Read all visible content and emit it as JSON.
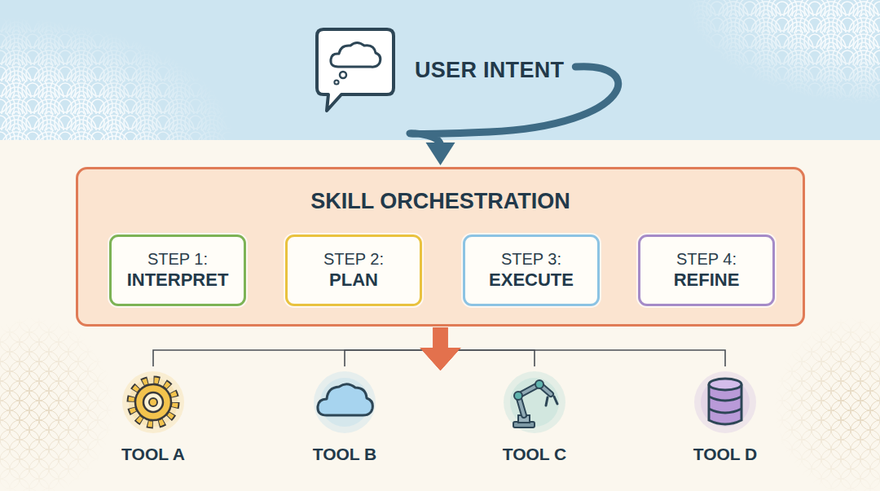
{
  "diagram": {
    "nodes": [
      {
        "text": [
          "USER INTENT"
        ]
      },
      {
        "text": [
          "SKILL ORCHESTRATION"
        ]
      },
      {
        "text": [
          "STEP 1:",
          "INTERPRET"
        ],
        "in": 1
      },
      {
        "text": [
          "STEP 2:",
          "PLAN"
        ],
        "in": 1
      },
      {
        "text": [
          "STEP 3:",
          "EXECUTE"
        ],
        "in": 1
      },
      {
        "text": [
          "STEP 4:",
          "REFINE"
        ],
        "in": 1
      },
      {
        "text": [
          "TOOL A"
        ]
      },
      {
        "text": [
          "TOOL B"
        ]
      },
      {
        "text": [
          "TOOL C"
        ]
      },
      {
        "text": [
          "TOOL D"
        ]
      }
    ],
    "edges": [
      {
        "from": 0,
        "to": 1,
        "arrow": "to"
      },
      {
        "from": 2,
        "to": 3,
        "arrow": "to"
      },
      {
        "from": 3,
        "to": 4,
        "arrow": "to"
      },
      {
        "from": 4,
        "to": 5,
        "arrow": "to"
      },
      {
        "from": 1,
        "to": 6,
        "arrow": "to"
      },
      {
        "from": 1,
        "to": 7,
        "arrow": "to"
      },
      {
        "from": 1,
        "to": 8,
        "arrow": "to"
      },
      {
        "from": 1,
        "to": 9,
        "arrow": "to"
      }
    ]
  }
}
